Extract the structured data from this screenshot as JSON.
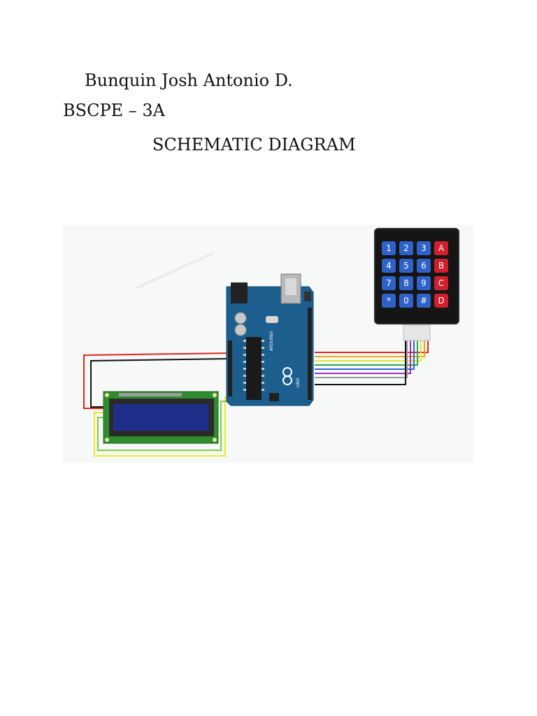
{
  "document": {
    "author": "Bunquin Josh Antonio D.",
    "section": "BSCPE – 3A",
    "title": "SCHEMATIC DIAGRAM"
  },
  "diagram": {
    "components": [
      "arduino-uno-board",
      "16x2-lcd-module",
      "4x4-membrane-keypad"
    ],
    "keypad": {
      "keys": [
        [
          "1",
          "2",
          "3",
          "A"
        ],
        [
          "4",
          "5",
          "6",
          "B"
        ],
        [
          "7",
          "8",
          "9",
          "C"
        ],
        [
          "*",
          "0",
          "#",
          "D"
        ]
      ],
      "number_key_color": "#2f62c8",
      "letter_key_color": "#d0202c",
      "body_color": "#151515"
    },
    "board": {
      "color": "#1c5f8f"
    },
    "lcd": {
      "pcb_color": "#2e8b2e",
      "screen_color": "#1e2f8a"
    },
    "wire_colors": {
      "keypad": [
        "#e2261d",
        "#f0a21a",
        "#e8e82a",
        "#2aa84a",
        "#2a66d8",
        "#9b2fc4",
        "#9a9a9a",
        "#111111"
      ],
      "lcd_power": [
        "#e2261d",
        "#111111"
      ],
      "lcd_signal": [
        "#e8e82a",
        "#7dd13a"
      ]
    }
  }
}
